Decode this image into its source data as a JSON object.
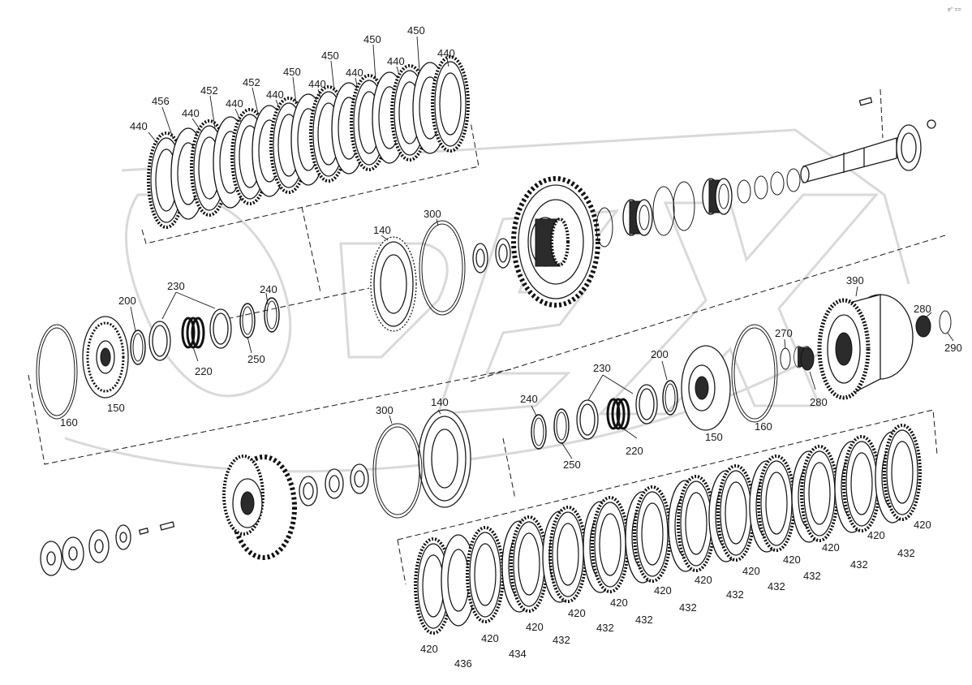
{
  "corner_mark": "e'' ==",
  "watermark": "OPEX",
  "labels": {
    "l440a": "440",
    "l456": "456",
    "l440b": "440",
    "l452a": "452",
    "l440c": "440",
    "l452b": "452",
    "l440d": "440",
    "l450a": "450",
    "l440e": "440",
    "l450b": "450",
    "l440f": "440",
    "l450c": "450",
    "l440g": "440",
    "l450d": "450",
    "l440h": "440",
    "l140a": "140",
    "l300a": "300",
    "l200a": "200",
    "l230a": "230",
    "l240a": "240",
    "l220a": "220",
    "l250a": "250",
    "l160a": "160",
    "l150a": "150",
    "l390": "390",
    "l280a": "280",
    "l290": "290",
    "l270": "270",
    "l280b": "280",
    "l230b": "230",
    "l200b": "200",
    "l240b": "240",
    "l220b": "220",
    "l250b": "250",
    "l150b": "150",
    "l160b": "160",
    "l300b": "300",
    "l140b": "140",
    "b420a": "420",
    "b436": "436",
    "b420b": "420",
    "b434": "434",
    "b420c": "420",
    "b432a": "432",
    "b420d": "420",
    "b432b": "432",
    "b420e": "420",
    "b432c": "432",
    "b420f": "420",
    "b432d": "432",
    "b420g": "420",
    "b432e": "432",
    "b420h": "420",
    "b432f": "432",
    "b420i": "420",
    "b432g": "432",
    "b420j": "420",
    "b432h": "432",
    "b420k": "420",
    "b432i": "432",
    "b420l": "420"
  }
}
